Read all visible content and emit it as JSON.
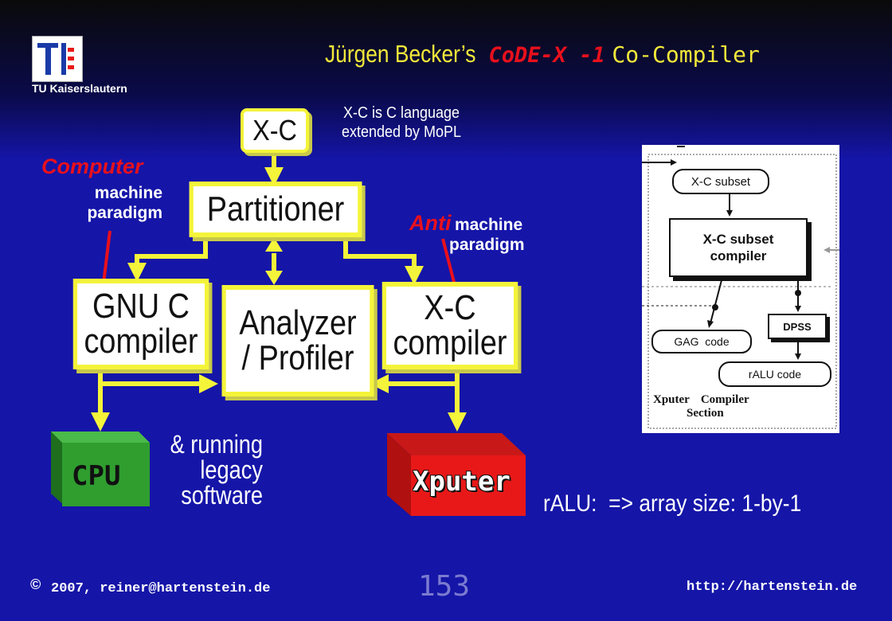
{
  "header": {
    "logo_caption": "TU Kaiserslautern",
    "title_prefix": "Jürgen Becker’s ",
    "title_highlight": "CoDE-X -1",
    "title_suffix": " Co-Compiler"
  },
  "flow": {
    "xc_box": "X-C",
    "xc_note_line1": "X-C is C language",
    "xc_note_line2": "extended by MoPL",
    "partitioner": "Partitioner",
    "gnu_line1": "GNU C",
    "gnu_line2": "compiler",
    "analyzer_line1": "Analyzer",
    "analyzer_line2": "/ Profiler",
    "xcc_line1": "X-C",
    "xcc_line2": "compiler",
    "computer_label": "Computer",
    "computer_line1": "machine",
    "computer_line2": "paradigm",
    "anti_label": "Anti",
    "anti_line1": "machine",
    "anti_line2": "paradigm",
    "cpu_label": "CPU",
    "xputer_label": "Xputer",
    "legacy_line1": "& running",
    "legacy_line2": "legacy",
    "legacy_line3": "software",
    "ralu_note": "rALU:  => array size: 1-by-1"
  },
  "inset": {
    "subset": "X-C subset",
    "subset_compiler_line1": "X-C subset",
    "subset_compiler_line2": "compiler",
    "dpss": "DPSS",
    "gag": "GAG  code",
    "ralu": "rALU code",
    "caption_left": "Xputer",
    "caption_right": "Compiler",
    "caption_line2": "Section"
  },
  "footer": {
    "copyright_symbol": "©",
    "copyright_text": "2007, reiner@hartenstein.de",
    "page_number": "153",
    "url": "http://hartenstein.de"
  },
  "colors": {
    "background": "#1515a8",
    "arrow": "#f4f43a",
    "title_yellow": "#f2e83a",
    "accent_red": "#e8101c",
    "cpu_green": "#2f9e2f",
    "xputer_red": "#e81818"
  }
}
